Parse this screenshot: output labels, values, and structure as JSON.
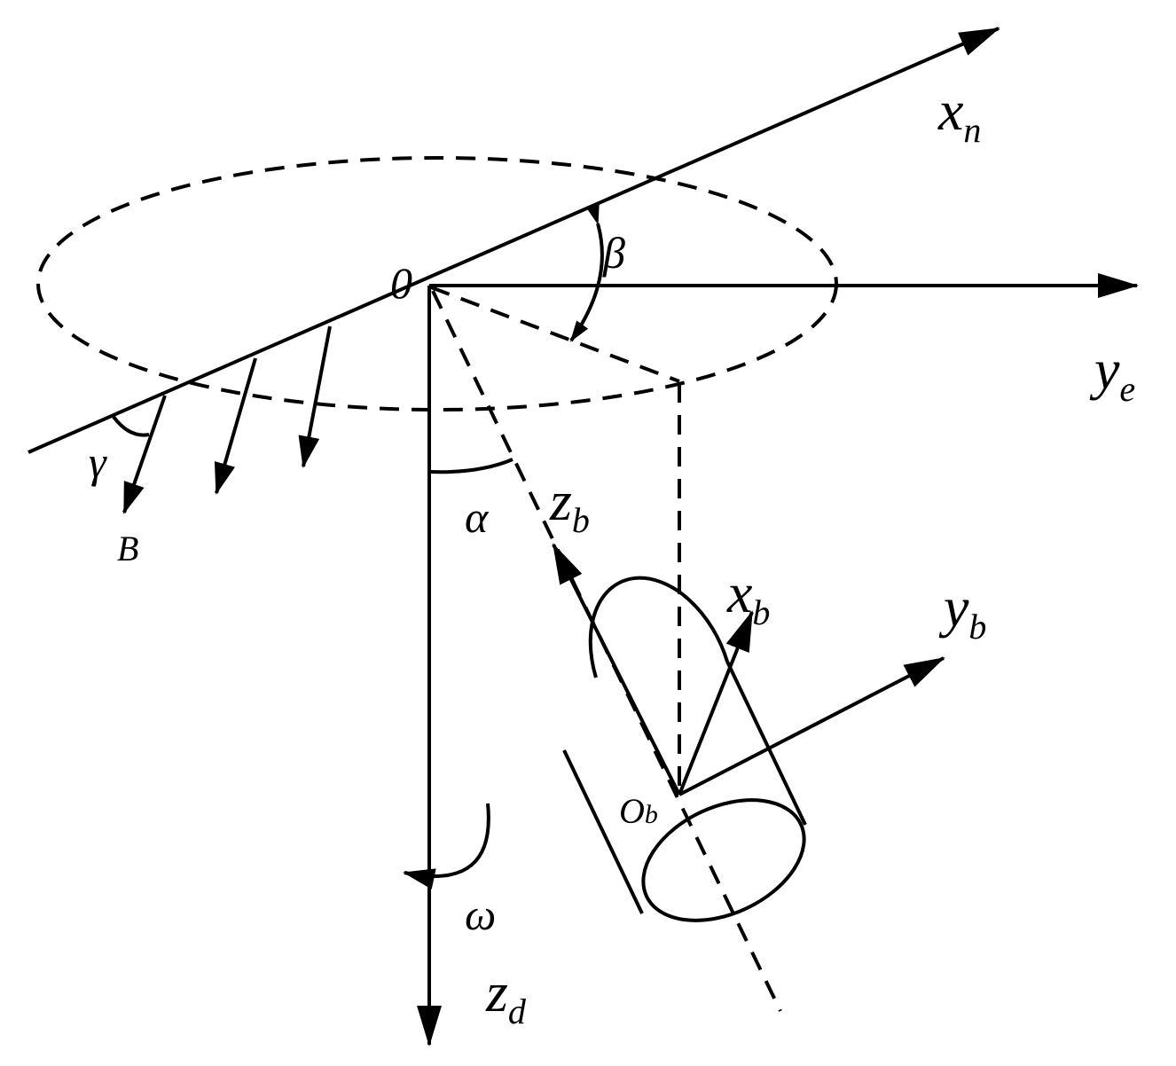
{
  "labels": {
    "origin": "0",
    "x_n_main": "x",
    "x_n_sub": "n",
    "y_e_main": "y",
    "y_e_sub": "e",
    "z_d_main": "z",
    "z_d_sub": "d",
    "z_b_main": "z",
    "z_b_sub": "b",
    "x_b_main": "x",
    "x_b_sub": "b",
    "y_b_main": "y",
    "y_b_sub": "b",
    "o_b_main": "O",
    "o_b_sub": "b",
    "alpha": "α",
    "beta": "β",
    "gamma": "γ",
    "omega": "ω",
    "field": "B"
  }
}
